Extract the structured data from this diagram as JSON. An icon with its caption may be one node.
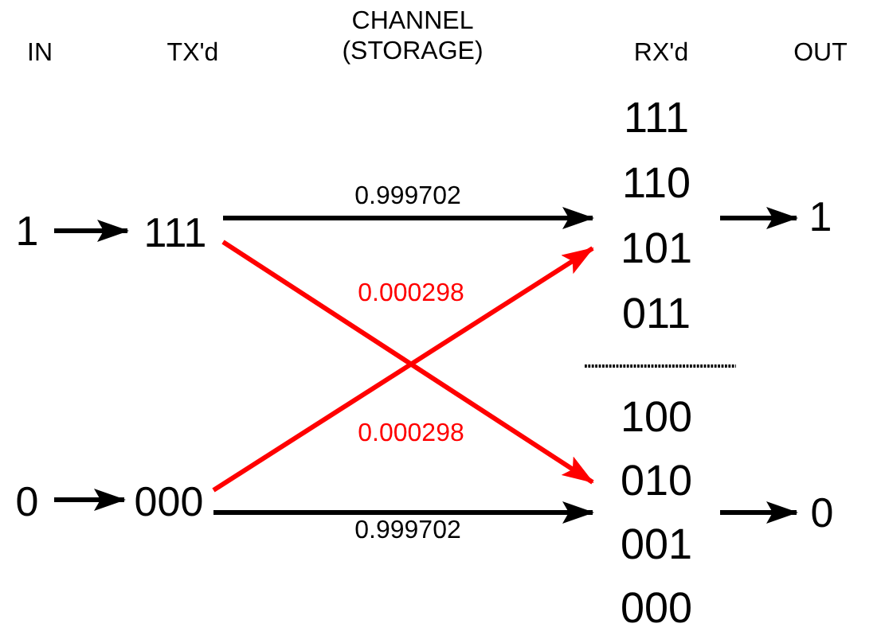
{
  "diagram": {
    "nodes": [
      {
        "text": [
          "1"
        ]
      },
      {
        "text": [
          "111"
        ]
      },
      {
        "text": [
          "111",
          "110",
          "101",
          "011"
        ]
      },
      {
        "text": [
          "1"
        ]
      },
      {
        "text": [
          "0"
        ]
      },
      {
        "text": [
          "000"
        ]
      },
      {
        "text": [
          "100",
          "010",
          "001",
          "000"
        ]
      },
      {
        "text": [
          "0"
        ]
      }
    ],
    "edges": [
      {
        "from": 0,
        "to": 1,
        "arrow": "to"
      },
      {
        "from": 1,
        "to": 2,
        "arrow": "to",
        "label": "0.999702"
      },
      {
        "from": 1,
        "to": 6,
        "arrow": "to",
        "label": "0.000298",
        "color": "#ff0000"
      },
      {
        "from": 2,
        "to": 3,
        "arrow": "to"
      },
      {
        "from": 4,
        "to": 5,
        "arrow": "to"
      },
      {
        "from": 5,
        "to": 2,
        "arrow": "to",
        "label": "0.000298",
        "color": "#ff0000"
      },
      {
        "from": 5,
        "to": 6,
        "arrow": "to",
        "label": "0.999702"
      },
      {
        "from": 6,
        "to": 7,
        "arrow": "to"
      }
    ],
    "labels": [
      "IN",
      "TX'd",
      "CHANNEL (STORAGE)",
      "RX'd",
      "OUT"
    ]
  }
}
